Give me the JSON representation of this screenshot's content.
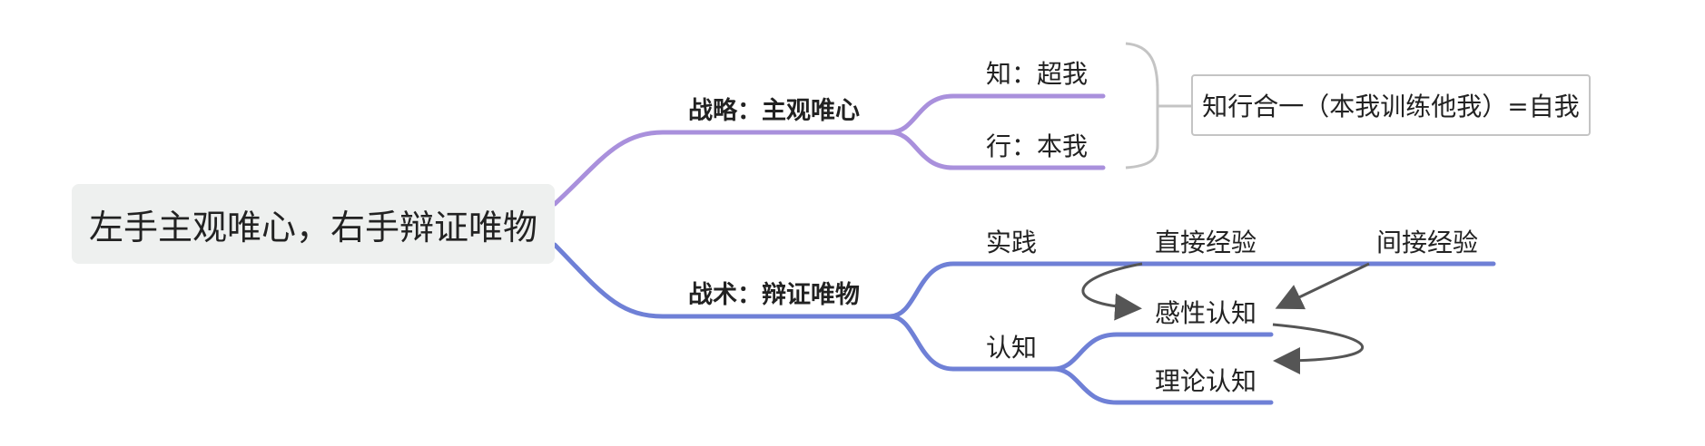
{
  "root": {
    "label": "左手主观唯心，右手辩证唯物"
  },
  "branches": [
    {
      "label": "战略：主观唯心",
      "children": [
        {
          "label": "知：超我"
        },
        {
          "label": "行：本我"
        }
      ],
      "summary": "知行合一（本我训练他我）=自我"
    },
    {
      "label": "战术：辩证唯物",
      "children": [
        {
          "label": "实践",
          "children": [
            {
              "label": "直接经验"
            },
            {
              "label": "间接经验"
            }
          ]
        },
        {
          "label": "认知",
          "children": [
            {
              "label": "感性认知"
            },
            {
              "label": "理论认知"
            }
          ]
        }
      ]
    }
  ],
  "colors": {
    "strategy_branch": "#a990dc",
    "tactics_branch": "#6f80d6",
    "arrows": "#555555",
    "summary_border": "#c4c4c4",
    "root_fill": "#eef0ef"
  }
}
